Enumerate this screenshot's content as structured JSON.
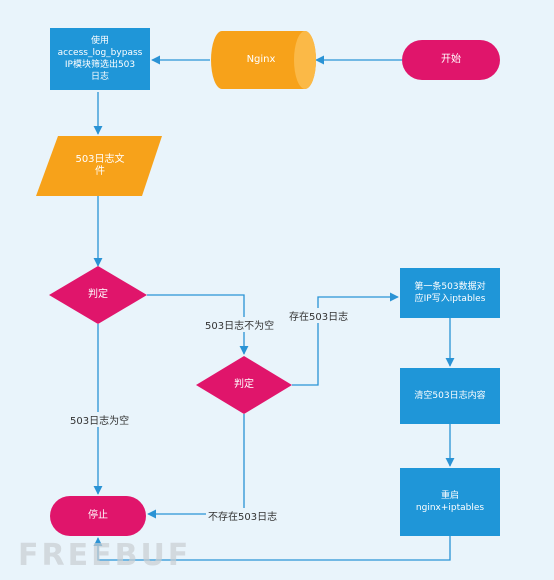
{
  "nodes": {
    "start": "开始",
    "nginx": "Nginx",
    "use_module": "使用\naccess_log_bypass\nIP模块筛选出503\n日志",
    "log_file": "503日志文\n件",
    "decision1": "判定",
    "decision2": "判定",
    "import_iptables": "第一条503数据对\n应IP写入iptables",
    "clear_log": "清空503日志内容",
    "restart": "重启\nnginx+iptables",
    "stop": "停止"
  },
  "edges": {
    "empty": "503日志为空",
    "not_empty": "503日志不为空",
    "exists": "存在503日志",
    "not_exists": "不存在503日志"
  },
  "colors": {
    "process": "#1f96d8",
    "terminal": "#e0156b",
    "decision": "#e0156b",
    "io": "#f7a21a",
    "line": "#2a93d5"
  },
  "watermark": "FREEBUF"
}
